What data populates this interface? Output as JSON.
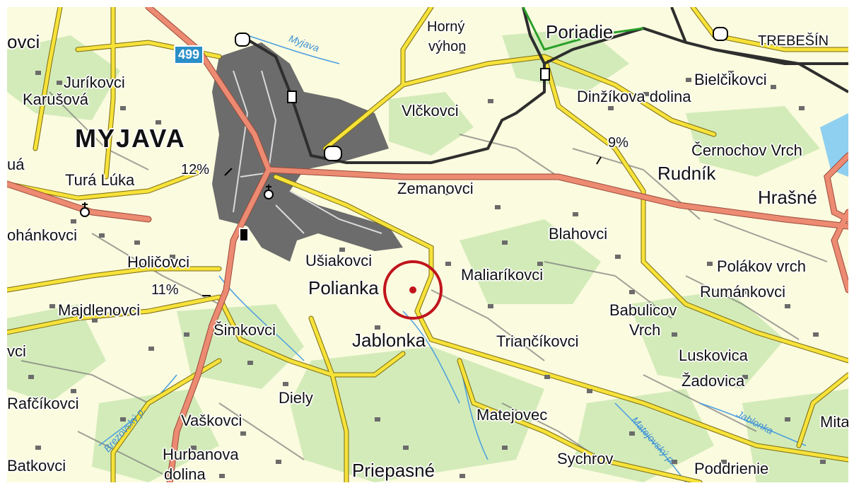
{
  "map": {
    "road_badge": "499",
    "places": {
      "poriadie": "Poriadie",
      "trebesin": "TREBEŠÍN",
      "horny_vyhon_1": "Horný",
      "horny_vyhon_2": "výhon",
      "ovci": "ovci",
      "jurikovci": "Juríkovci",
      "karusova": "Karušová",
      "bielcikovci": "Bielčikovci",
      "dinzikova_dolina": "Dinžíkova dolina",
      "vlckovci": "Vlčkovci",
      "myjava": "MYJAVA",
      "ua": "uá",
      "tura_luka": "Turá Lúka",
      "grade_12": "12%",
      "grade_9": "9%",
      "grade_11": "11%",
      "cernochov_vrch": "Černochov Vrch",
      "rudnik": "Rudník",
      "hrasne": "Hrašné",
      "zemanovci": "Zemanovci",
      "ohankovci": "ohánkovci",
      "blahovci": "Blahovci",
      "holicovci": "Holičovci",
      "usiakovci": "Ušiakovci",
      "maliarikovci": "Maliaríkovci",
      "polianka": "Polianka",
      "polakov_vrch": "Polákov vrch",
      "rumankovci": "Rumánkovci",
      "majdlenovci": "Majdlenovci",
      "babulicov_1": "Babulicov",
      "babulicov_2": "Vrch",
      "simkovci": "Šimkovci",
      "jablonka": "Jablonka",
      "triancikovci": "Triančíkovci",
      "vci": "vci",
      "luskovica": "Luskovica",
      "zadovica": "Žadovica",
      "rafcikovci": "Rafčíkovci",
      "diely": "Diely",
      "vaskovci": "Vaškovci",
      "matejovec": "Matejovec",
      "mita": "Mita",
      "hurbanova_1": "Hurbanova",
      "hurbanova_2": "dolina",
      "batkovci": "Batkovci",
      "sychrov": "Sychrov",
      "priepasne": "Priepasné",
      "poddrienie": "Poddrienie"
    },
    "water": {
      "myjava_river": "Myjava",
      "brezovsky": "Brezovský p.",
      "matejovsky": "Matejovský p.",
      "jablonka_stream": "Jablonka"
    },
    "colors": {
      "background": "#fbfbdf",
      "forest": "#cfe9b4",
      "urban": "#6e6e6e",
      "main_road": "#e8826a",
      "secondary_road": "#f7e23a",
      "railway": "#3a3a3a",
      "water": "#4a9ee0",
      "marker": "#c0141c"
    }
  }
}
